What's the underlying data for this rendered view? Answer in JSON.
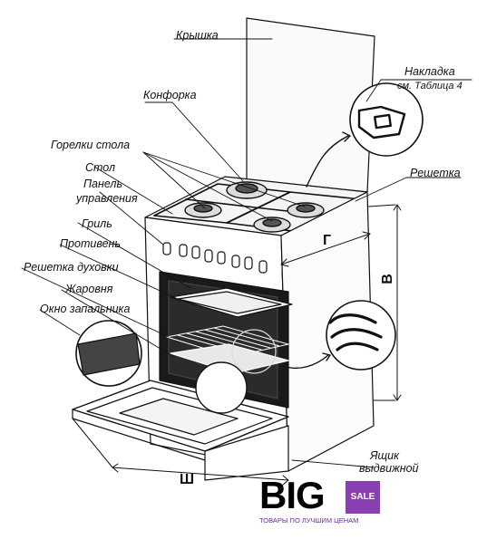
{
  "labels": {
    "lid": "Крышка",
    "burner": "Конфорка",
    "pad_line1": "Накладка",
    "pad_line2": "см. Таблица 4",
    "table_burners": "Горелки стола",
    "table": "Стол",
    "grate": "Решетка",
    "panel_line1": "Панель",
    "panel_line2": "управления",
    "grill": "Гриль",
    "baking_tray": "Противень",
    "oven_rack": "Решетка духовки",
    "roasting_pan": "Жаровня",
    "igniter_window": "Окно запальника",
    "drawer_line1": "Ящик",
    "drawer_line2": "выдвижной"
  },
  "dimensions": {
    "depth": "Г",
    "height": "В",
    "width": "Ш"
  },
  "logo": {
    "big": "BIG",
    "sale": "SALE",
    "tagline": "ТОВАРЫ ПО ЛУЧШИМ ЦЕНАМ"
  },
  "colors": {
    "ink": "#111111",
    "oven_interior": "#1a1a1a",
    "logo_accent": "#8a3fb5",
    "logo_tagline": "#6a2d99"
  }
}
